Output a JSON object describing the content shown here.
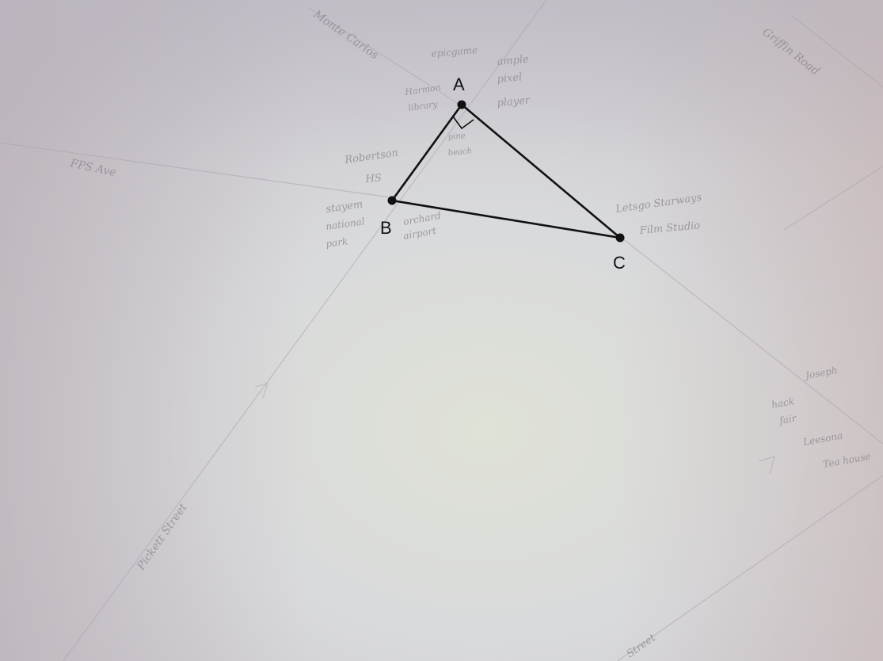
{
  "triangle": {
    "vertex_a": "A",
    "vertex_b": "B",
    "vertex_c": "C"
  },
  "colors": {
    "line": "#111111",
    "pencil": "#8e8a90"
  }
}
